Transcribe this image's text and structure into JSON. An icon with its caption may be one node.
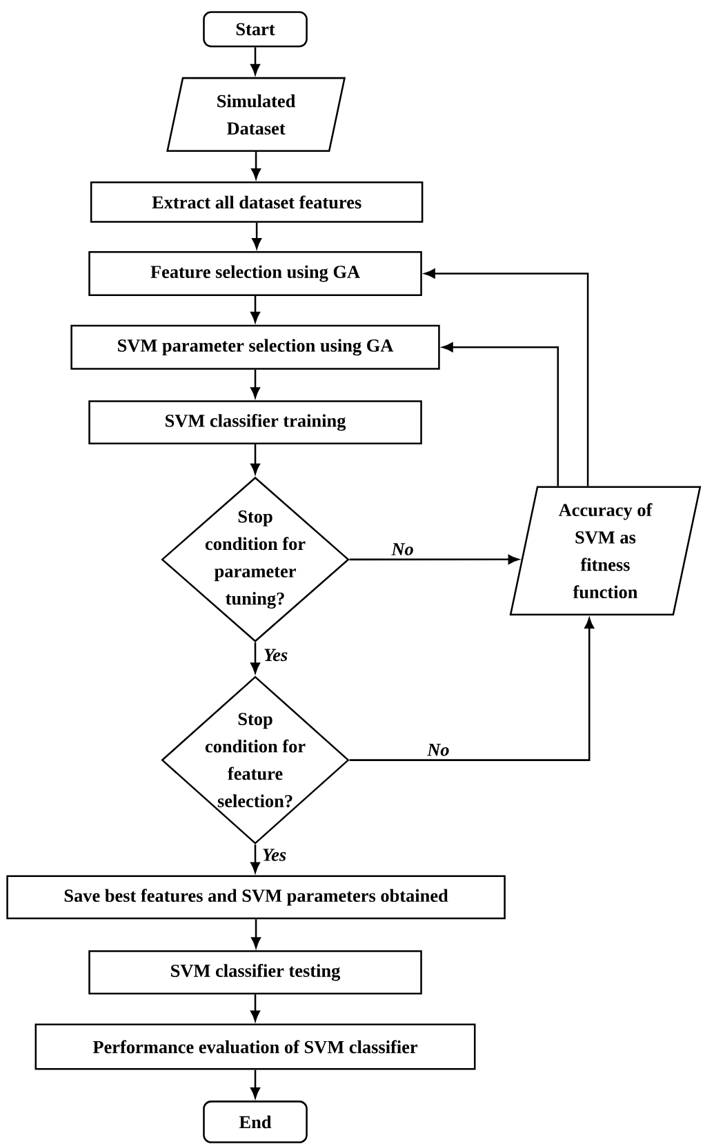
{
  "diagram": {
    "nodes": [
      {
        "text": [
          "Start"
        ]
      },
      {
        "text": [
          "Simulated Dataset"
        ]
      },
      {
        "text": [
          "Extract all dataset features"
        ]
      },
      {
        "text": [
          "Feature selection using GA"
        ]
      },
      {
        "text": [
          "SVM parameter selection using GA"
        ]
      },
      {
        "text": [
          "SVM classifier training"
        ]
      },
      {
        "text": [
          "Stop condition for parameter tuning?"
        ]
      },
      {
        "text": [
          "Accuracy of SVM as fitness function"
        ]
      },
      {
        "text": [
          "Stop condition for feature selection?"
        ]
      },
      {
        "text": [
          "Save best features and SVM parameters obtained"
        ]
      },
      {
        "text": [
          "SVM classifier testing"
        ]
      },
      {
        "text": [
          "Performance evaluation of SVM classifier"
        ]
      },
      {
        "text": [
          "End"
        ]
      }
    ],
    "edges": [
      {
        "from": 0,
        "to": 1,
        "arrow": "to"
      },
      {
        "from": 1,
        "to": 2,
        "arrow": "to"
      },
      {
        "from": 2,
        "to": 3,
        "arrow": "to"
      },
      {
        "from": 3,
        "to": 4,
        "arrow": "to"
      },
      {
        "from": 4,
        "to": 5,
        "arrow": "to"
      },
      {
        "from": 5,
        "to": 6,
        "arrow": "to"
      },
      {
        "from": 6,
        "to": 7,
        "arrow": "to",
        "label": "No"
      },
      {
        "from": 6,
        "to": 8,
        "arrow": "to",
        "label": "Yes"
      },
      {
        "from": 8,
        "to": 7,
        "arrow": "to",
        "label": "No"
      },
      {
        "from": 7,
        "to": 4,
        "arrow": "to"
      },
      {
        "from": 7,
        "to": 3,
        "arrow": "to"
      },
      {
        "from": 8,
        "to": 9,
        "arrow": "to",
        "label": "Yes"
      },
      {
        "from": 9,
        "to": 10,
        "arrow": "to"
      },
      {
        "from": 10,
        "to": 11,
        "arrow": "to"
      },
      {
        "from": 11,
        "to": 12,
        "arrow": "to"
      }
    ]
  }
}
